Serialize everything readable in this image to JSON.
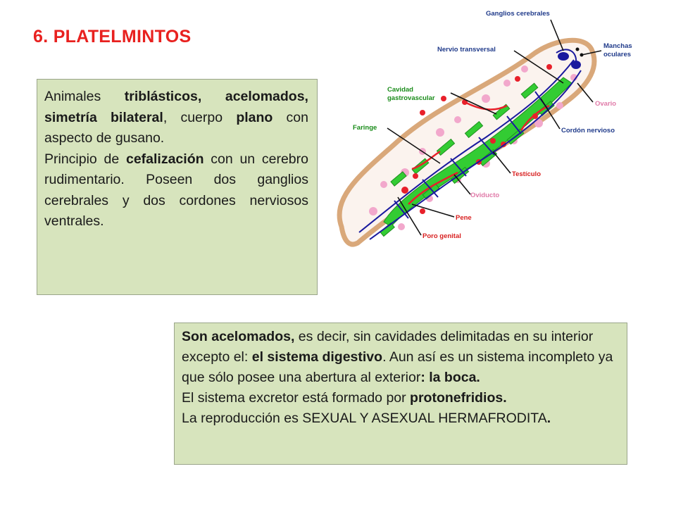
{
  "title": "6. PLATELMINTOS",
  "box1": {
    "p1": [
      {
        "t": "Animales ",
        "b": false
      },
      {
        "t": "triblásticos, acelomados, simetría bilateral",
        "b": true
      },
      {
        "t": ", cuerpo ",
        "b": false
      },
      {
        "t": "plano",
        "b": true
      },
      {
        "t": " con aspecto de gusano.",
        "b": false
      }
    ],
    "p2": [
      {
        "t": "Principio de ",
        "b": false
      },
      {
        "t": "cefalización",
        "b": true
      },
      {
        "t": " con un cerebro rudimentario. Poseen dos ganglios cerebrales y dos cordones nerviosos ventrales.",
        "b": false
      }
    ]
  },
  "box2": {
    "p1": [
      {
        "t": "Son acelomados,",
        "b": true
      },
      {
        "t": " es decir, sin cavidades delimitadas en su interior excepto el: ",
        "b": false
      },
      {
        "t": "el sistema digestivo",
        "b": true
      },
      {
        "t": ". Aun así es un sistema incompleto ya que sólo posee una abertura al exterior",
        "b": false
      },
      {
        "t": ": la boca.",
        "b": true
      }
    ],
    "p2": [
      {
        "t": "El sistema excretor está formado por ",
        "b": false
      },
      {
        "t": "protonefridios.",
        "b": true
      }
    ],
    "p3": [
      {
        "t": "La reproducción es SEXUAL Y ASEXUAL HERMAFRODITA",
        "b": false
      },
      {
        "t": ".",
        "b": true
      }
    ]
  },
  "diagram": {
    "labels": {
      "ganglios": "Ganglios cerebrales",
      "nervio": "Nervio transversal",
      "manchas1": "Manchas",
      "manchas2": "oculares",
      "cavidad1": "Cavidad",
      "cavidad2": "gastrovascular",
      "ovario": "Ovario",
      "faringe": "Faringe",
      "cordon": "Cordón nervioso",
      "testiculo": "Testículo",
      "oviducto": "Oviducto",
      "pene": "Pene",
      "poro": "Poro genital"
    },
    "colors": {
      "body_outline": "#d9a87a",
      "gut": "#33cc33",
      "nerve": "#1a1a9e",
      "testis": "#e8202a",
      "ovary": "#f2a8cc",
      "label_blue": "#1f3a8a",
      "label_green": "#1a8c1a",
      "label_red": "#d81f1f",
      "label_pink": "#e07aa8"
    }
  }
}
